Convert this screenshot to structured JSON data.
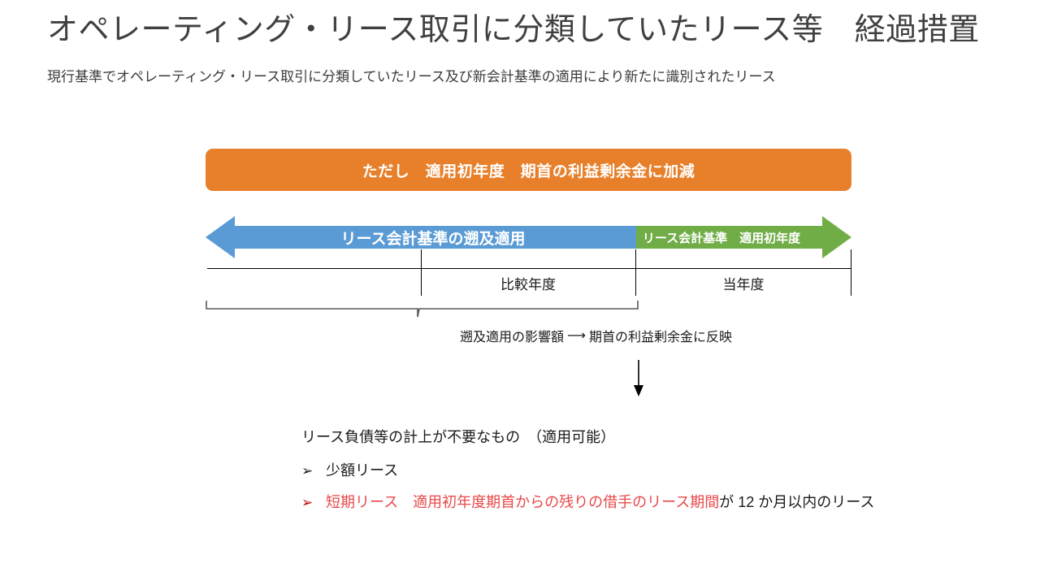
{
  "header": {
    "title": "オペレーティング・リース取引に分類していたリース等　経過措置",
    "subtitle": "現行基準でオペレーティング・リース取引に分類していたリース及び新会計基準の適用により新たに識別されたリース"
  },
  "banner": {
    "text": "ただし　適用初年度　期首の利益剰余金に加減",
    "color": "#E8802B"
  },
  "arrows": {
    "retrospective": {
      "label": "リース会計基準の遡及適用",
      "color": "#5B9BD5"
    },
    "first_year": {
      "label": "リース会計基準　適用初年度",
      "color": "#70AD47"
    }
  },
  "timeline": {
    "comparative_year": "比較年度",
    "current_year": "当年度"
  },
  "impact": {
    "source": "遡及適用の影響額",
    "arrow_glyph": "⟶",
    "target": "期首の利益剰余金に反映"
  },
  "bottom": {
    "lead": "リース負債等の計上が不要なもの　（適用可能）",
    "bullets": [
      {
        "marker": "➢",
        "red_text": "",
        "black_text": "少額リース"
      },
      {
        "marker": "➢",
        "red_text": "短期リース　適用初年度期首からの残りの借手のリース期間",
        "black_text": "が 12 か月以内のリース"
      }
    ]
  }
}
